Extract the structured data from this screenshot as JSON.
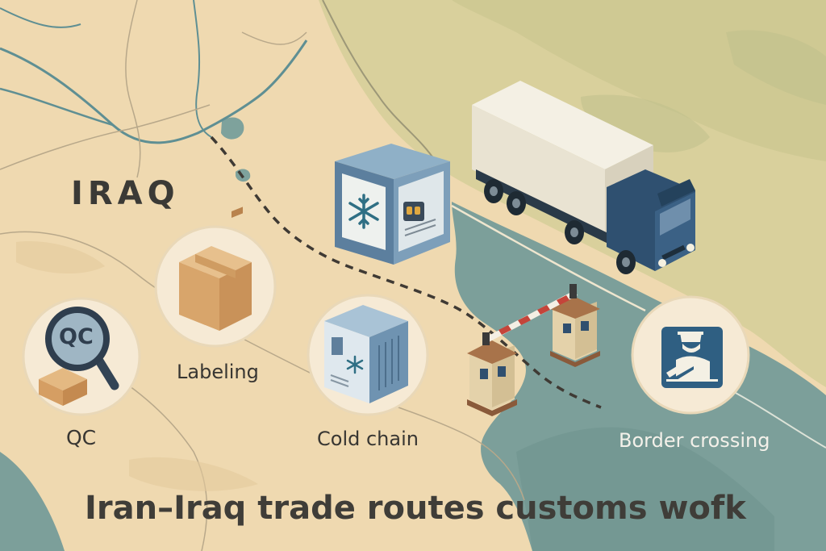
{
  "map": {
    "country_label": "IRAQ",
    "title": "Iran–Iraq trade routes customs wofk",
    "colors": {
      "land": "#efd9b0",
      "land_green": "#d6cd98",
      "water": "#7a9f9b",
      "river": "#5f8f93",
      "route": "#3f3a34",
      "badge": "#f6ead5",
      "truck_cab": "#2f4f6f",
      "border_accent": "#c5443a"
    }
  },
  "steps": [
    {
      "label": "QC",
      "icon": "magnifier-qc-icon"
    },
    {
      "label": "Labeling",
      "icon": "cardboard-box-icon"
    },
    {
      "label": "Cold chain",
      "icon": "refrigerated-unit-icon"
    },
    {
      "label": "Border crossing",
      "icon": "customs-officer-icon"
    }
  ],
  "qc_badge_text": "QC"
}
